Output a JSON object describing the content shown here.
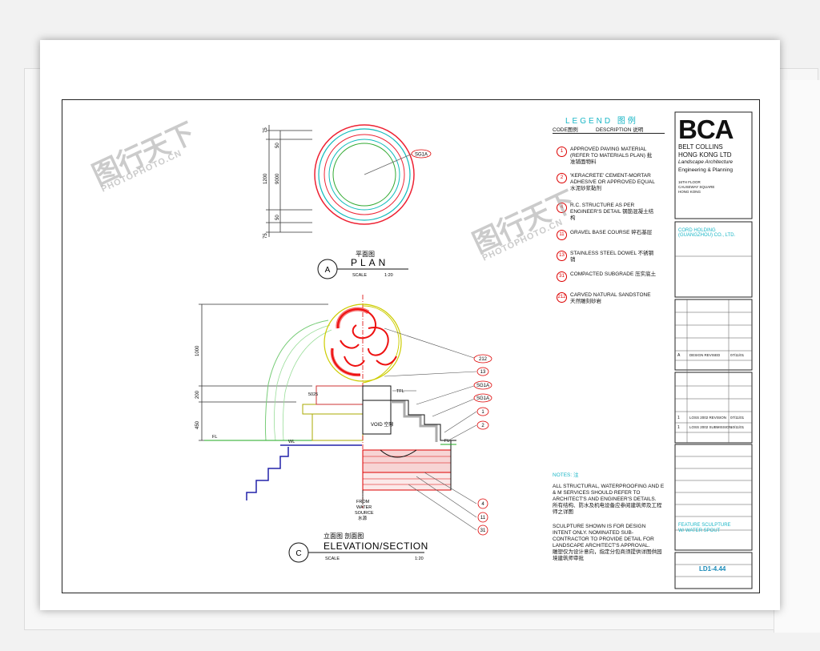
{
  "legend": {
    "title": "LEGEND 图例",
    "col_code": "CODE图例",
    "col_desc": "DESCRIPTION 说明",
    "items": [
      {
        "num": "1",
        "text": "APPROVED PAVING MATERIAL (REFER TO MATERIALS PLAN) 批准铺面物料"
      },
      {
        "num": "2",
        "text": "'KERACRETE' CEMENT-MORTAR ADHESIVE OR APPROVED EQUAL 水泥砂浆黏剂"
      },
      {
        "num": "4",
        "text": "R.C. STRUCTURE AS PER ENGINEER'S DETAIL 钢筋混凝土结构"
      },
      {
        "num": "11",
        "text": "GRAVEL BASE COURSE 碎石基层"
      },
      {
        "num": "13",
        "text": "STAINLESS STEEL DOWEL 不锈钢销"
      },
      {
        "num": "31",
        "text": "COMPACTED SUBGRADE 压实底土"
      },
      {
        "num": "212",
        "text": "CARVED NATURAL SANDSTONE 天然雕刻砂岩"
      }
    ]
  },
  "title_block": {
    "logo": "BCA",
    "company": [
      "BELT COLLINS",
      "HONG KONG LTD"
    ],
    "disciplines": [
      "Landscape Architecture",
      "Engineering & Planning"
    ],
    "address": [
      "16TH FLOOR",
      "CAUSEWAY SQUARE",
      "HONG KONG"
    ],
    "client": "CORD HOLDING (GUANGZHOU) CO., LTD.",
    "revisions": [
      {
        "rev": "A",
        "desc": "DESIGN REVISED",
        "date": "07/11/01"
      },
      {
        "rev": "1",
        "desc": "LOSS 2002 REVISION",
        "date": "07/11/01"
      },
      {
        "rev": "1",
        "desc": "LOSS 2002 SUBMISSION",
        "date": "10/11/01"
      }
    ],
    "drawing_title": [
      "FEATURE SCULPTURE",
      "W/ WATER SPOUT"
    ],
    "drawing_no": "LD1-4.44"
  },
  "drawing": {
    "plan_marker": "A",
    "plan_label": "PLAN",
    "plan_cn": "平面图",
    "plan_scale": "SCALE",
    "plan_scale_val": "1:20",
    "elev_marker": "C",
    "elev_label": "ELEVATION/SECTION",
    "elev_cn": "立面图 剖面图",
    "elev_scale": "SCALE",
    "elev_scale_val": "1:20",
    "void": "VOID 空隙",
    "from_water": [
      "FROM",
      "WATER",
      "SOURCE",
      "水源"
    ],
    "tag_sg1a": "SG1A",
    "tfl": "TFL",
    "fl": "FL",
    "wl": "WL",
    "dims_plan": [
      "75",
      "50",
      "1200",
      "9000",
      "50",
      "75"
    ],
    "dims_elev": [
      "1000",
      "200",
      "450"
    ],
    "elev_callouts": [
      "212",
      "13",
      "SG1A",
      "SG1A",
      "1",
      "2"
    ],
    "bottom_callouts": [
      "4",
      "11",
      "31"
    ],
    "dim_5025": "5025"
  },
  "notes": {
    "title": "NOTES: 注",
    "lines": [
      "ALL STRUCTURAL, WATERPROOFING AND E & M SERVICES SHOULD REFER TO ARCHITECT'S AND ENGINEER'S DETAILS.",
      "所有结构、防水及机电设备应参阅建筑师及工程师之详图",
      "SCULPTURE SHOWN IS FOR DESIGN INTENT ONLY. NOMINATED SUB-CONTRACTOR TO PROVIDE DETAIL FOR LANDSCAPE ARCHITECT'S APPROVAL.",
      "雕塑仅为设计意向，指定分包商须提供详图供园境建筑师审批"
    ]
  },
  "watermarks": [
    "图行天下",
    "PHOTOPHOTO.CN"
  ]
}
